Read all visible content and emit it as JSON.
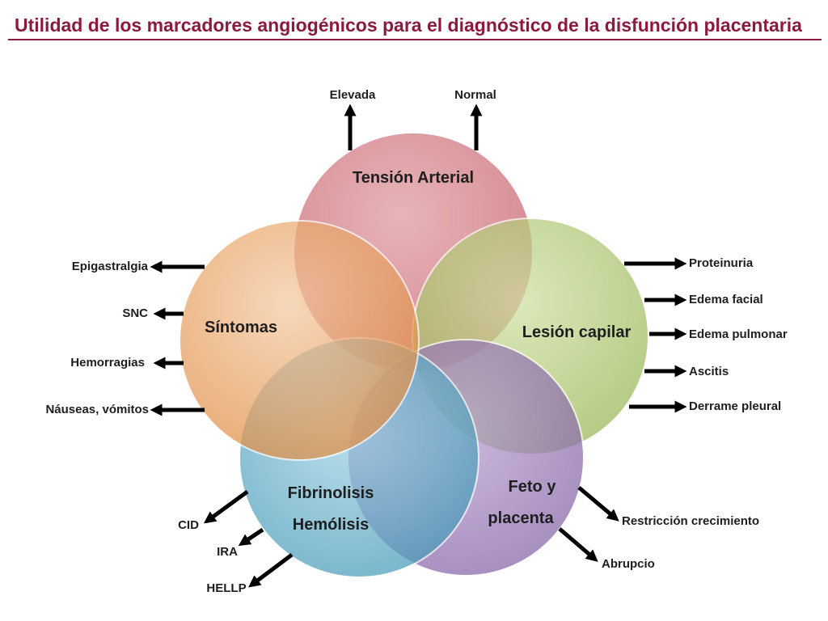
{
  "title": "Utilidad de los marcadores angiogénicos para el diagnóstico de la disfunción placentaria",
  "circles": {
    "tension": {
      "label": "Tensión Arterial",
      "color": "#d06f78"
    },
    "lesion": {
      "label": "Lesión capilar",
      "color": "#a3bd5e"
    },
    "feto": {
      "label_line1": "Feto y",
      "label_line2": "placenta",
      "color": "#8c6aae"
    },
    "fibrinolisis": {
      "label_line1": "Fibrinolisis",
      "label_line2": "Hemólisis",
      "color": "#4fa3c1"
    },
    "sintomas": {
      "label": "Síntomas",
      "color": "#e7944c"
    }
  },
  "labels": {
    "tension": [
      "Elevada",
      "Normal"
    ],
    "lesion": [
      "Proteinuria",
      "Edema facial",
      "Edema pulmonar",
      "Ascitis",
      "Derrame pleural"
    ],
    "sintomas": [
      "Epigastralgia",
      "SNC",
      "Hemorragias",
      "Náuseas, vómitos"
    ],
    "fibrinolisis": [
      "CID",
      "IRA",
      "HELLP"
    ],
    "feto": [
      "Restricción crecimiento",
      "Abrupcio"
    ]
  }
}
